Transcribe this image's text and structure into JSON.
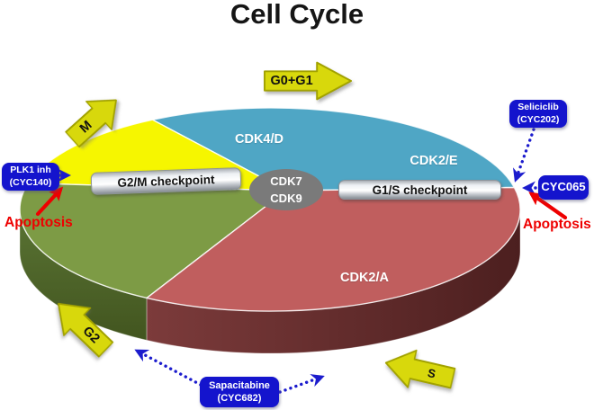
{
  "title": "Cell Cycle",
  "colors": {
    "slice_g0g1": "#4fa6c5",
    "slice_m": "#f6f600",
    "slice_g2": "#7d9b45",
    "slice_s": "#c05e5e",
    "rim_g2_from": "#5a7434",
    "rim_g2_to": "#42551f",
    "rim_s_from": "#7c3b3b",
    "rim_s_to": "#4c1f1f",
    "hub_gray": "#7a7a7a",
    "drug_blue": "#1414cd",
    "connector_blue": "#1c1ccd",
    "apoptosis_red": "#ee0000",
    "phase_arrow_yellow": "#d8d80c"
  },
  "pie": {
    "slices": [
      {
        "id": "g0-g1",
        "phase": "G0+G1",
        "color": "#4fa6c5",
        "start": 12.5,
        "end": 118
      },
      {
        "id": "m",
        "phase": "M",
        "color": "#f6f600",
        "start": 118,
        "end": 165
      },
      {
        "id": "g2",
        "phase": "G2",
        "color": "#7d9b45",
        "start": 165,
        "end": 240.5,
        "rim": [
          "#5a7434",
          "#42551f"
        ],
        "rim_dir": "v"
      },
      {
        "id": "s",
        "phase": "S",
        "color": "#c05e5e",
        "start": 240.5,
        "end": 372.5,
        "rim": [
          "#7c3b3b",
          "#4c1f1f"
        ],
        "rim_dir": "h"
      }
    ],
    "hub": {
      "line1": "CDK7",
      "line2": "CDK9"
    }
  },
  "slice_labels": {
    "cdk4d": "CDK4/D",
    "cdk2e": "CDK2/E",
    "cdk2a": "CDK2/A"
  },
  "checkpoints": {
    "g2m": "G2/M checkpoint",
    "g1s": "G1/S checkpoint"
  },
  "phase_arrows": {
    "g0g1": "G0+G1",
    "m": "M",
    "g2": "G2",
    "s": "S"
  },
  "drugs": {
    "plk1": {
      "line1": "PLK1 inh",
      "line2": "(CYC140)"
    },
    "seliciclib": {
      "line1": "Seliciclib",
      "line2": "(CYC202)"
    },
    "cyc065": {
      "line1": "CYC065"
    },
    "sapacitabine": {
      "line1": "Sapacitabine",
      "line2": "(CYC682)"
    }
  },
  "apoptosis_left": "Apoptosis",
  "apoptosis_right": "Apoptosis"
}
